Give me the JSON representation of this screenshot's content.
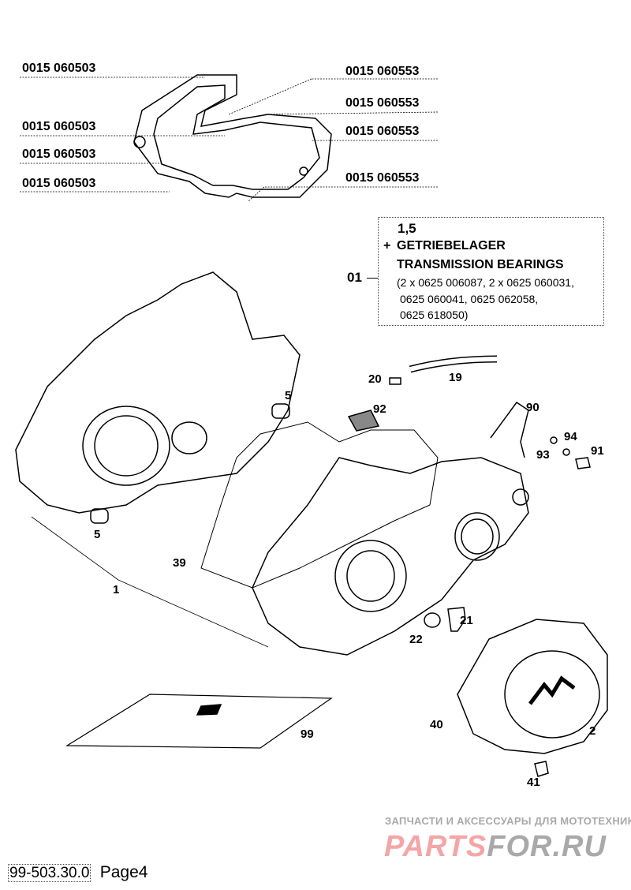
{
  "gasket_callouts": {
    "left": [
      "0015 060503",
      "0015 060503",
      "0015 060503",
      "0015 060503"
    ],
    "right": [
      "0015 060553",
      "0015 060553",
      "0015 060553",
      "0015 060553"
    ]
  },
  "kit_box": {
    "ref": "01",
    "items": "1,5",
    "plus": "+",
    "title_de": "GETRIEBELAGER",
    "title_en": "TRANSMISSION BEARINGS",
    "parts_line1": "(2 x 0625 006087, 2 x 0625 060031,",
    "parts_line2": "0625 060041, 0625 062058,",
    "parts_line3": "0625 618050)"
  },
  "part_numbers": {
    "p1": "1",
    "p2": "2",
    "p5a": "5",
    "p5b": "5",
    "p19": "19",
    "p20": "20",
    "p21": "21",
    "p22": "22",
    "p39": "39",
    "p40": "40",
    "p41": "41",
    "p90": "90",
    "p91": "91",
    "p92": "92",
    "p93": "93",
    "p94": "94",
    "p99": "99"
  },
  "watermark": {
    "tagline": "ЗАПЧАСТИ И АКСЕССУАРЫ ДЛЯ МОТОТЕХНИКИ",
    "brand_a": "PARTS",
    "brand_b": "FOR.RU",
    "color_a": "#f4a6a6",
    "color_b": "#a9a9a9"
  },
  "footer": {
    "code": "99-503.30.0",
    "page": "Page4"
  }
}
